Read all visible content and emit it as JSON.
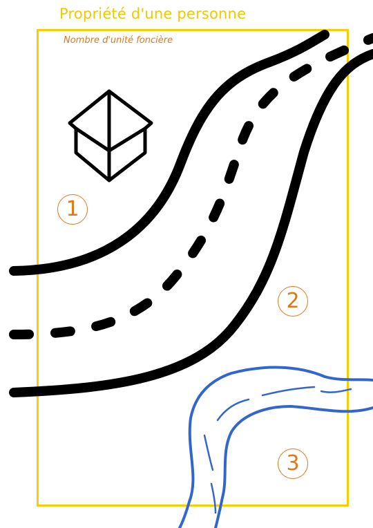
{
  "title": "Propriété d'une personne",
  "subtitle": "Nombre d'unité foncière",
  "parcels": [
    {
      "number": "1"
    },
    {
      "number": "2"
    },
    {
      "number": "3"
    }
  ],
  "elements": {
    "property_boundary": "property-boundary",
    "house_icon": "house-icon",
    "road": "road",
    "river": "river"
  },
  "colors": {
    "boundary": "#F5D000",
    "title": "#F0C800",
    "subtitle": "#E07818",
    "parcel_number": "#E07818",
    "road": "#000000",
    "river": "#3366CC"
  }
}
